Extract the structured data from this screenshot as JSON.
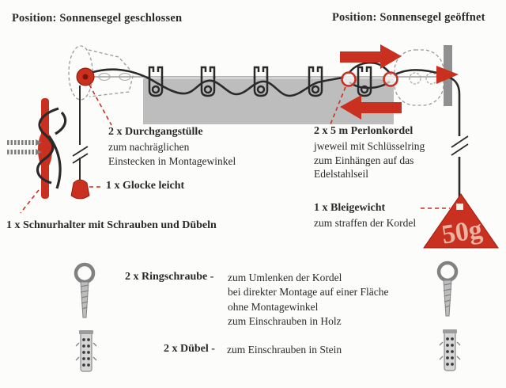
{
  "titles": {
    "closed": "Position: Sonnensegel geschlossen",
    "open": "Position: Sonnensegel geöffnet"
  },
  "parts": {
    "durchgangstuelle": {
      "name": "2 x Durchgangstülle",
      "desc": [
        "zum nachräglichen",
        "Einstecken in Montagewinkel"
      ]
    },
    "glocke": {
      "name": "1 x Glocke leicht"
    },
    "perlonkordel": {
      "name": "2 x 5 m Perlonkordel",
      "desc": [
        "jweweil mit Schlüsselring",
        "zum Einhängen auf das",
        "Edelstahlseil"
      ]
    },
    "schnurhalter": {
      "name": "1 x Schnurhalter mit Schrauben und Dübeln"
    },
    "bleigewicht": {
      "name": "1 x Bleigewicht",
      "desc": [
        "zum straffen der Kordel"
      ]
    },
    "ringschraube": {
      "name": "2 x Ringschraube -",
      "desc": [
        "zum Umlenken der Kordel",
        "bei direkter Montage auf einer Fläche",
        "ohne Montagewinkel",
        "zum Einschrauben in Holz"
      ]
    },
    "duebel": {
      "name": "2 x Dübel -",
      "desc": [
        "zum Einschrauben in Stein"
      ]
    }
  },
  "weight_label": "50g",
  "colors": {
    "red": "#c9301f",
    "ink": "#2a2a2a",
    "band": "#b7b7b7",
    "metal": "#7e7e7e"
  }
}
